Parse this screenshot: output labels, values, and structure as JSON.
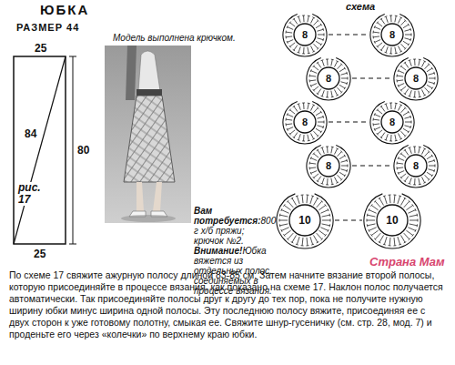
{
  "diagram": {
    "title": "ЮБКА",
    "nodes": [
      {
        "text": [
          "8"
        ]
      },
      {
        "text": [
          "8"
        ]
      },
      {
        "text": [
          "8"
        ]
      },
      {
        "text": [
          "8"
        ]
      },
      {
        "text": [
          "8"
        ]
      },
      {
        "text": [
          "8"
        ]
      },
      {
        "text": [
          "8"
        ]
      },
      {
        "text": [
          "8"
        ]
      },
      {
        "text": [
          "10"
        ]
      },
      {
        "text": [
          "10"
        ]
      }
    ],
    "edges": [
      {
        "from": 0,
        "to": 1,
        "arrow": "none"
      },
      {
        "from": 2,
        "to": 3,
        "arrow": "none"
      },
      {
        "from": 4,
        "to": 5,
        "arrow": "none"
      },
      {
        "from": 6,
        "to": 7,
        "arrow": "none"
      },
      {
        "from": 8,
        "to": 9,
        "arrow": "none"
      }
    ],
    "labels": [
      "РАЗМЕР 44",
      "25",
      "84",
      "80",
      "рис. 17",
      "25",
      "Модель выполнена крючком.",
      "схема",
      "Вам потребуется:",
      "800 г х/б пряжи; крючок №2.",
      "Внимание!",
      "Юбка вяжется из отдельных полос, соединяемых в процессе вязания.",
      "По схеме 17 свяжите ажурную полосу длиной 83-85 см. Затем начните вязание второй полосы, которую присоединяйте в процессе вязания, как показано на схеме 17. Наклон полос получается автоматически. Так присоединяйте полосы друг к другу до тех пор, пока не получите нужную ширину юбки минус ширина одной полосы. Эту последнюю полосу вяжите, присоединяя ее с двух сторон к уже готовому полотну, смыкая ее. Свяжите шнур-гусеничку (см. стр. 28, мод. 7) и проденьте его через «колечки» по верхнему краю юбки.",
      "Страна Мам"
    ]
  }
}
